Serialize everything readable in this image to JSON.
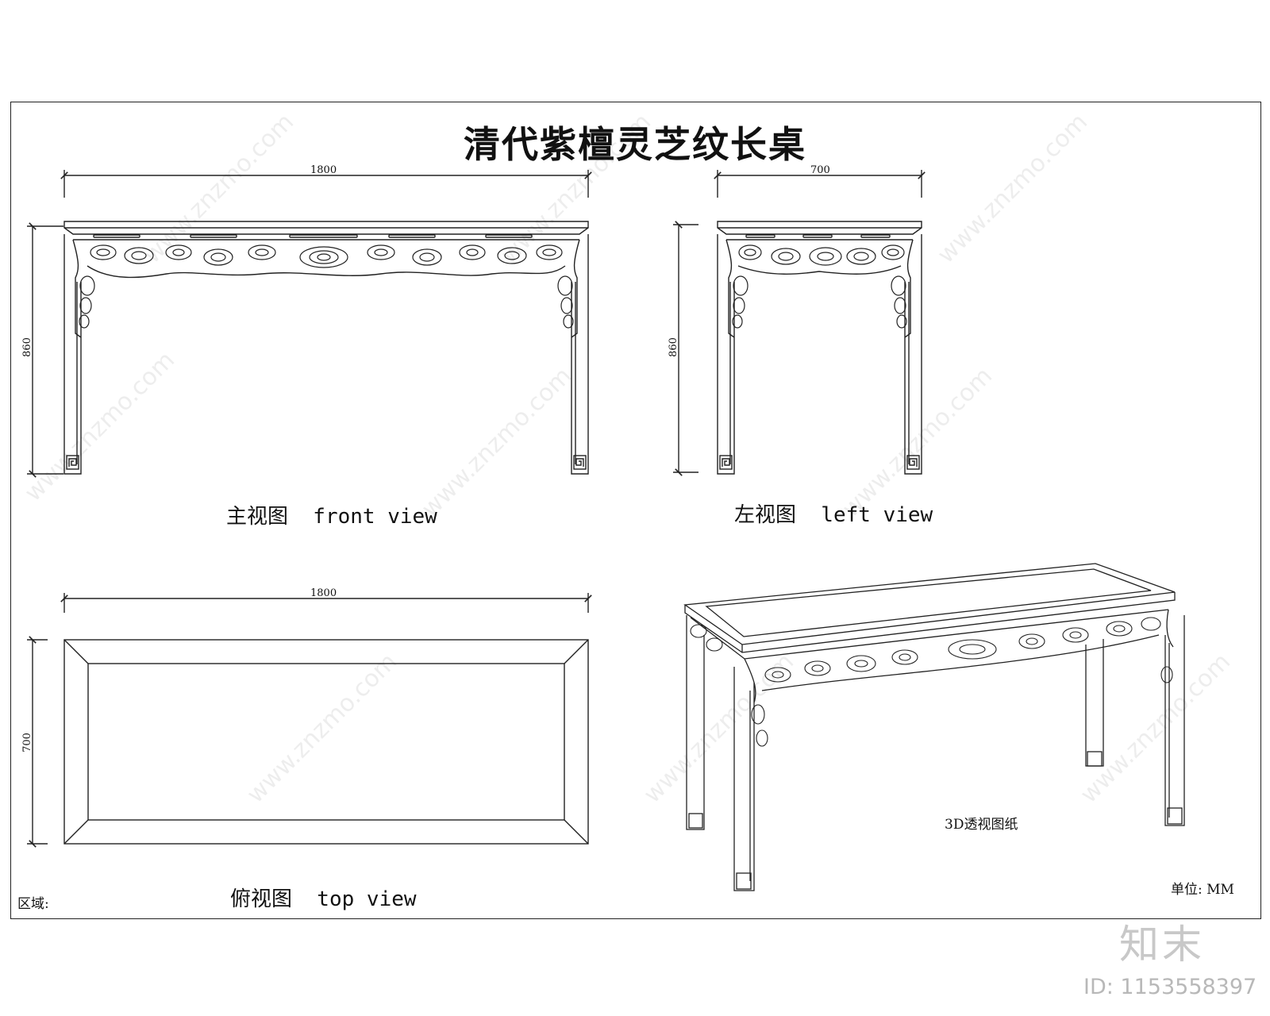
{
  "drawing": {
    "title": "清代紫檀灵芝纹长桌",
    "front_view": {
      "caption": "主视图  front view",
      "width_dim": "1800",
      "height_dim": "860"
    },
    "left_view": {
      "caption": "左视图  left view",
      "width_dim": "700",
      "height_dim": "860"
    },
    "top_view": {
      "caption": "俯视图  top view",
      "width_dim": "1800",
      "height_dim": "700"
    },
    "perspective": {
      "caption": "3D透视图纸"
    },
    "region_label": "区域:",
    "unit_label": "单位: MM"
  },
  "watermark": {
    "brand": "知末",
    "site": "www.znzmo.com",
    "id_label": "ID: 1153558397"
  },
  "colors": {
    "line": "#222222",
    "watermark": "#c8c8c8"
  }
}
